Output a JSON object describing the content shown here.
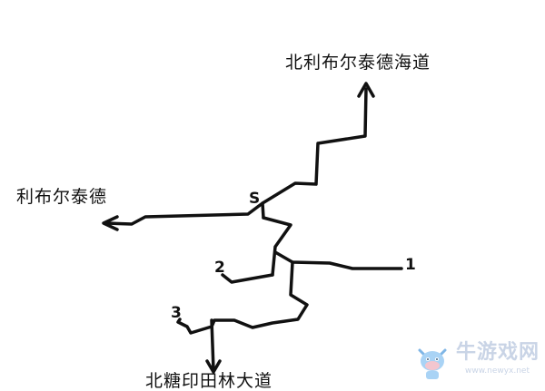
{
  "map": {
    "labels": {
      "north_sea_road": "北利布尔泰德海道",
      "libertad": "利布尔泰德",
      "bottom_road": "北糖印田林大道"
    },
    "points": {
      "start": "S",
      "p1": "1",
      "p2": "2",
      "p3": "3"
    },
    "stroke_color": "#111111"
  },
  "watermark": {
    "brand": "牛游戏网",
    "url": "www.newyx.net",
    "color": "#c9d4e6"
  }
}
